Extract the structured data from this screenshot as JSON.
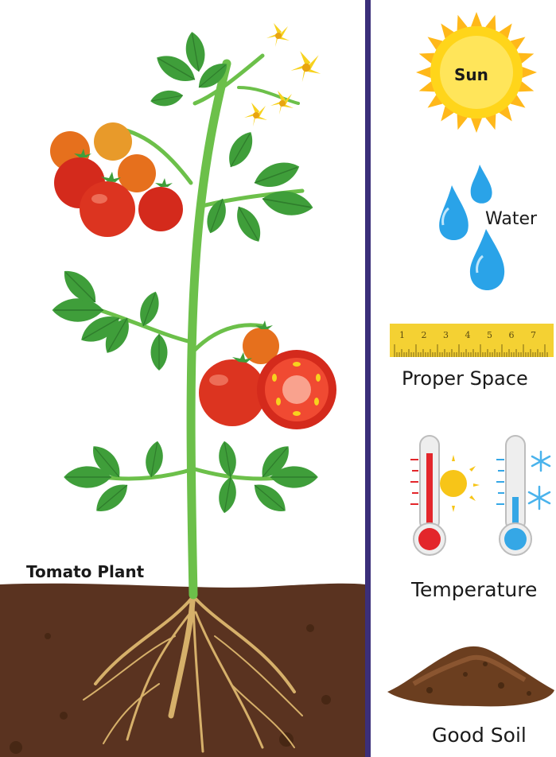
{
  "labels": {
    "tomato_plant": "Tomato Plant",
    "sun": "Sun",
    "water": "Water",
    "proper_space": "Proper Space",
    "temperature": "Temperature",
    "good_soil": "Good Soil"
  },
  "ruler": {
    "numbers": [
      "1",
      "2",
      "3",
      "4",
      "5",
      "6",
      "7"
    ]
  },
  "colors": {
    "divider": "#3b2f7a",
    "soil": "#5a3320",
    "stem": "#6cc04a",
    "leaf": "#3f9e3a",
    "tomato_red": "#d42a1c",
    "tomato_orange": "#e6701d",
    "flower": "#f7d21e",
    "sun_yellow": "#ffd51a",
    "water_blue": "#2aa3e8",
    "ruler": "#f4d133",
    "thermo_hot": "#e3262b",
    "thermo_cold": "#35a7e6",
    "root": "#d6b06a"
  }
}
